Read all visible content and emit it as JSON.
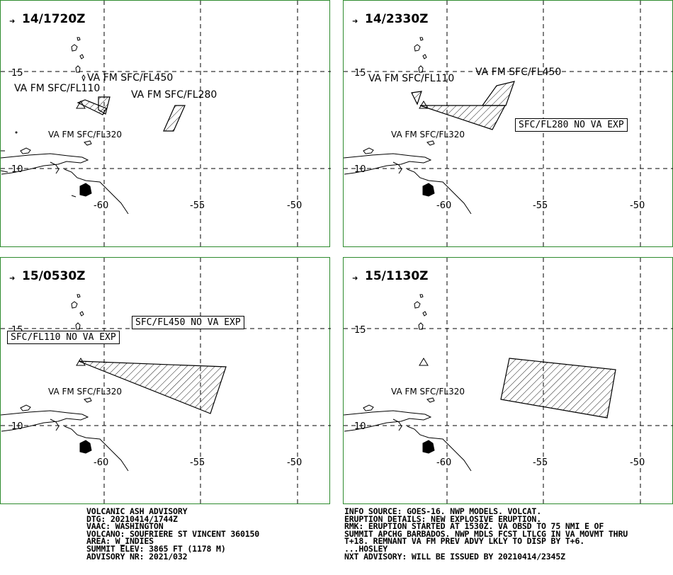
{
  "panels": [
    {
      "time": "14/1720Z",
      "labels": [
        "VA FM SFC/FL450",
        "VA FM SFC/FL110",
        "VA FM SFC/FL280",
        "VA FM SFC/FL320"
      ],
      "boxes": []
    },
    {
      "time": "14/2330Z",
      "labels": [
        "VA FM SFC/FL450",
        "VA FM SFC/FL110",
        "VA FM SFC/FL320"
      ],
      "boxes": [
        "SFC/FL280 NO VA EXP"
      ]
    },
    {
      "time": "15/0530Z",
      "labels": [
        "VA FM SFC/FL320"
      ],
      "boxes": [
        "SFC/FL450 NO VA EXP",
        "SFC/FL110 NO VA EXP"
      ]
    },
    {
      "time": "15/1130Z",
      "labels": [
        "VA FM SFC/FL320"
      ],
      "boxes": []
    }
  ],
  "grid": {
    "lat_labels": [
      "15",
      "10"
    ],
    "lon_labels": [
      "-60",
      "-55",
      "-50"
    ]
  },
  "advisory_left": [
    "VOLCANIC ASH ADVISORY",
    "DTG: 20210414/1744Z",
    "VAAC: WASHINGTON",
    "VOLCANO: SOUFRIERE ST VINCENT 360150",
    "AREA: W_INDIES",
    "SUMMIT ELEV: 3865 FT (1178 M)",
    "ADVISORY NR: 2021/032"
  ],
  "advisory_right": [
    "INFO SOURCE: GOES-16. NWP MODELS. VOLCAT.",
    "ERUPTION DETAILS: NEW EXPLOSIVE ERUPTION.",
    "RMK: ERUPTION STARTED AT 1530Z. VA OBSD TO 75 NMI E OF",
    "SUMMIT APCHG BARBADOS. NWP MDLS FCST LTLCG IN VA MOVMT THRU",
    "T+18. REMNANT VA FM PREV ADVY LKLY TO DISP BY T+6.",
    "...HOSLEY",
    "NXT ADVISORY: WILL BE ISSUED BY 20210414/2345Z"
  ],
  "colors": {
    "frame": "#2e8b2e",
    "ink": "#000000"
  }
}
